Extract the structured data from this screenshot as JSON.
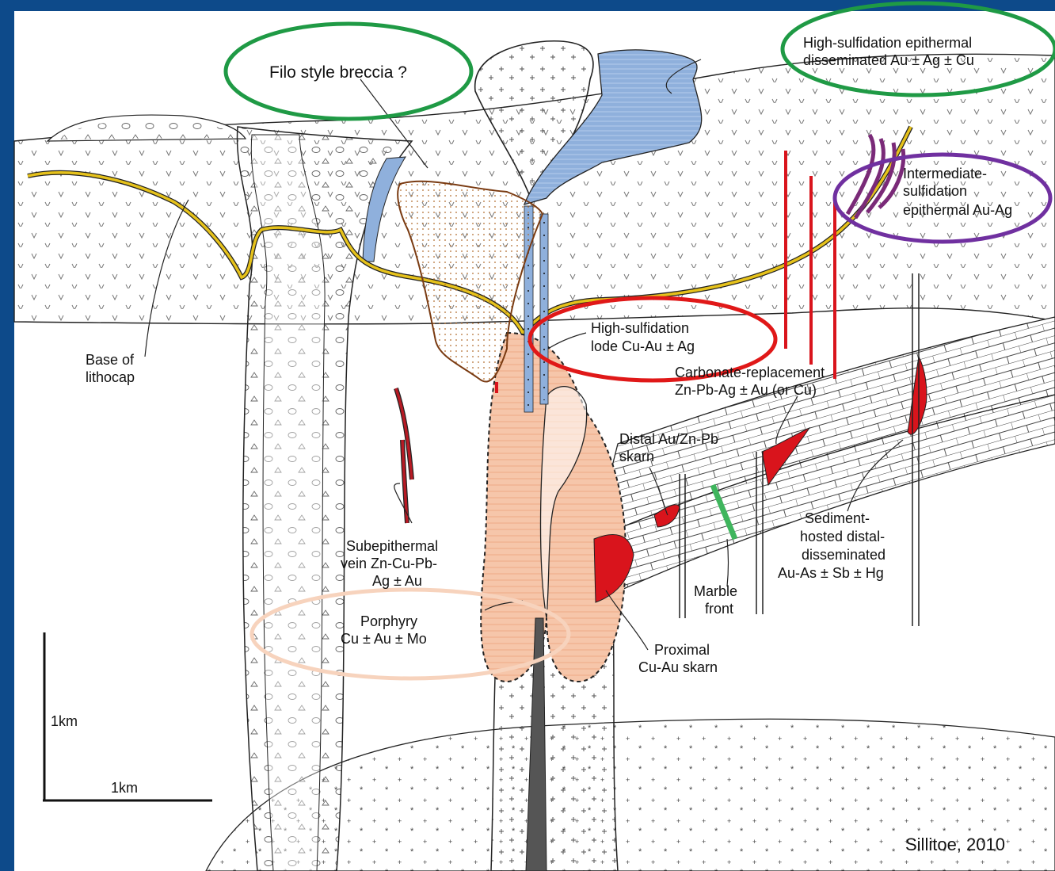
{
  "colors": {
    "frame": "#0d4a8a",
    "background": "#ffffff",
    "lithocap_base": "#e6c21b",
    "porphyry_halo": "#f5c4a8",
    "hs_epithermal_blue": "#8fb0dc",
    "skarn_red": "#d9141c",
    "is_vein_purple": "#7a2a78",
    "marble_green": "#3fb55d",
    "breccia_fill": "#f2d3b5",
    "breccia_outline": "#7a3b12",
    "circle_green": "#1f9a45",
    "circle_purple": "#7030a0",
    "circle_red": "#e01818",
    "circle_peach": "#f7d3bd"
  },
  "labels": {
    "filo_breccia": "Filo style breccia ?",
    "hs_epithermal_line1": "High-sulfidation epithermal",
    "hs_epithermal_line2": "disseminated Au ± Ag ± Cu",
    "intermediate_line1": "Intermediate-",
    "intermediate_line2": "sulfidation",
    "intermediate_line3": "epithermal Au-Ag",
    "base_lithocap_line1": "Base of",
    "base_lithocap_line2": "lithocap",
    "hs_lode_line1": "High-sulfidation",
    "hs_lode_line2": "lode Cu-Au ± Ag",
    "carbonate_line1": "Carbonate-replacement",
    "carbonate_line2": "Zn-Pb-Ag ± Au (or Cu)",
    "distal_skarn_line1": "Distal Au/Zn-Pb",
    "distal_skarn_line2": "skarn",
    "sediment_line1": "Sediment-",
    "sediment_line2": "hosted distal-",
    "sediment_line3": "disseminated",
    "sediment_line4": "Au-As ± Sb ± Hg",
    "subepithermal_line1": "Subepithermal",
    "subepithermal_line2": "vein Zn-Cu-Pb-",
    "subepithermal_line3": "Ag ± Au",
    "marble_line1": "Marble",
    "marble_line2": "front",
    "porphyry_line1": "Porphyry",
    "porphyry_line2": "Cu ± Au ± Mo",
    "proximal_line1": "Proximal",
    "proximal_line2": "Cu-Au skarn",
    "scale_vertical": "1km",
    "scale_horizontal": "1km",
    "citation": "Sillitoe, 2010"
  }
}
